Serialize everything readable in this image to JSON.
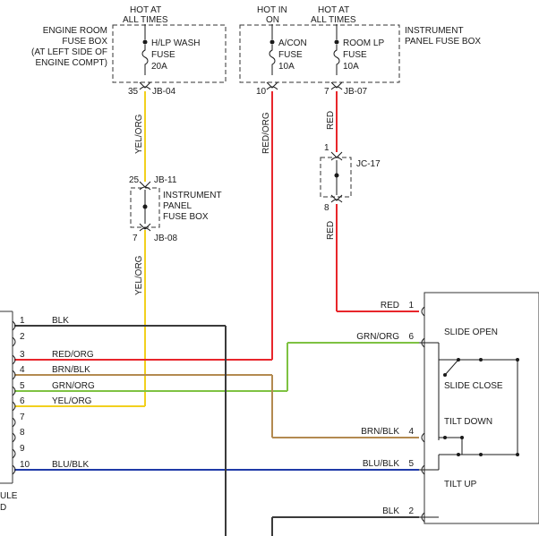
{
  "colors": {
    "red": "#e8262b",
    "yellow": "#f2d01e",
    "green": "#7ec242",
    "brown": "#b38a50",
    "blue": "#1f3aa8",
    "black": "#3a3a3a",
    "orange_accent": "#f08a1a"
  },
  "top": {
    "hot_at_all_times_1": [
      "HOT AT",
      "ALL TIMES"
    ],
    "hot_in_on": [
      "HOT IN",
      "ON"
    ],
    "hot_at_all_times_2": [
      "HOT AT",
      "ALL TIMES"
    ]
  },
  "engine_room_fuse_box": [
    "ENGINE ROOM",
    "FUSE BOX",
    "(AT LEFT SIDE OF",
    "ENGINE COMPT)"
  ],
  "instrument_panel_fuse_box_top": [
    "INSTRUMENT",
    "PANEL FUSE BOX"
  ],
  "fuses": {
    "hlp_wash": [
      "H/LP WASH",
      "FUSE",
      "20A"
    ],
    "acon": [
      "A/CON",
      "FUSE",
      "10A"
    ],
    "room_lp": [
      "ROOM LP",
      "FUSE",
      "10A"
    ]
  },
  "pins": {
    "p35": "35",
    "jb04": "JB-04",
    "p10": "10",
    "p7": "7",
    "jb07": "JB-07",
    "p25": "25",
    "jb11": "JB-11",
    "p7b": "7",
    "jb08": "JB-08",
    "p1": "1",
    "jc17": "JC-17",
    "p8": "8"
  },
  "instrument_panel_fuse_box_mid": [
    "INSTRUMENT",
    "PANEL",
    "FUSE BOX"
  ],
  "wire_labels": {
    "yel_org_1": "YEL/ORG",
    "red_org_v": "RED/ORG",
    "red_1": "RED",
    "yel_org_2": "YEL/ORG",
    "red_2": "RED"
  },
  "left_connector": {
    "rows": [
      {
        "pin": "1",
        "wire": "BLK"
      },
      {
        "pin": "2",
        "wire": ""
      },
      {
        "pin": "3",
        "wire": "RED/ORG"
      },
      {
        "pin": "4",
        "wire": "BRN/BLK"
      },
      {
        "pin": "5",
        "wire": "GRN/ORG"
      },
      {
        "pin": "6",
        "wire": "YEL/ORG"
      },
      {
        "pin": "7",
        "wire": ""
      },
      {
        "pin": "8",
        "wire": ""
      },
      {
        "pin": "9",
        "wire": ""
      },
      {
        "pin": "10",
        "wire": "BLU/BLK"
      }
    ],
    "cut_label_1": "ULE",
    "cut_label_2": "D"
  },
  "right_connector": {
    "rows": [
      {
        "pin": "1",
        "wire": "RED"
      },
      {
        "pin": "6",
        "wire": "GRN/ORG"
      },
      {
        "pin": "4",
        "wire": "BRN/BLK"
      },
      {
        "pin": "5",
        "wire": "BLU/BLK"
      },
      {
        "pin": "2",
        "wire": "BLK"
      }
    ],
    "switch_labels": {
      "slide_open": "SLIDE OPEN",
      "slide_close": "SLIDE CLOSE",
      "tilt_down": "TILT DOWN",
      "tilt_up": "TILT UP"
    }
  }
}
